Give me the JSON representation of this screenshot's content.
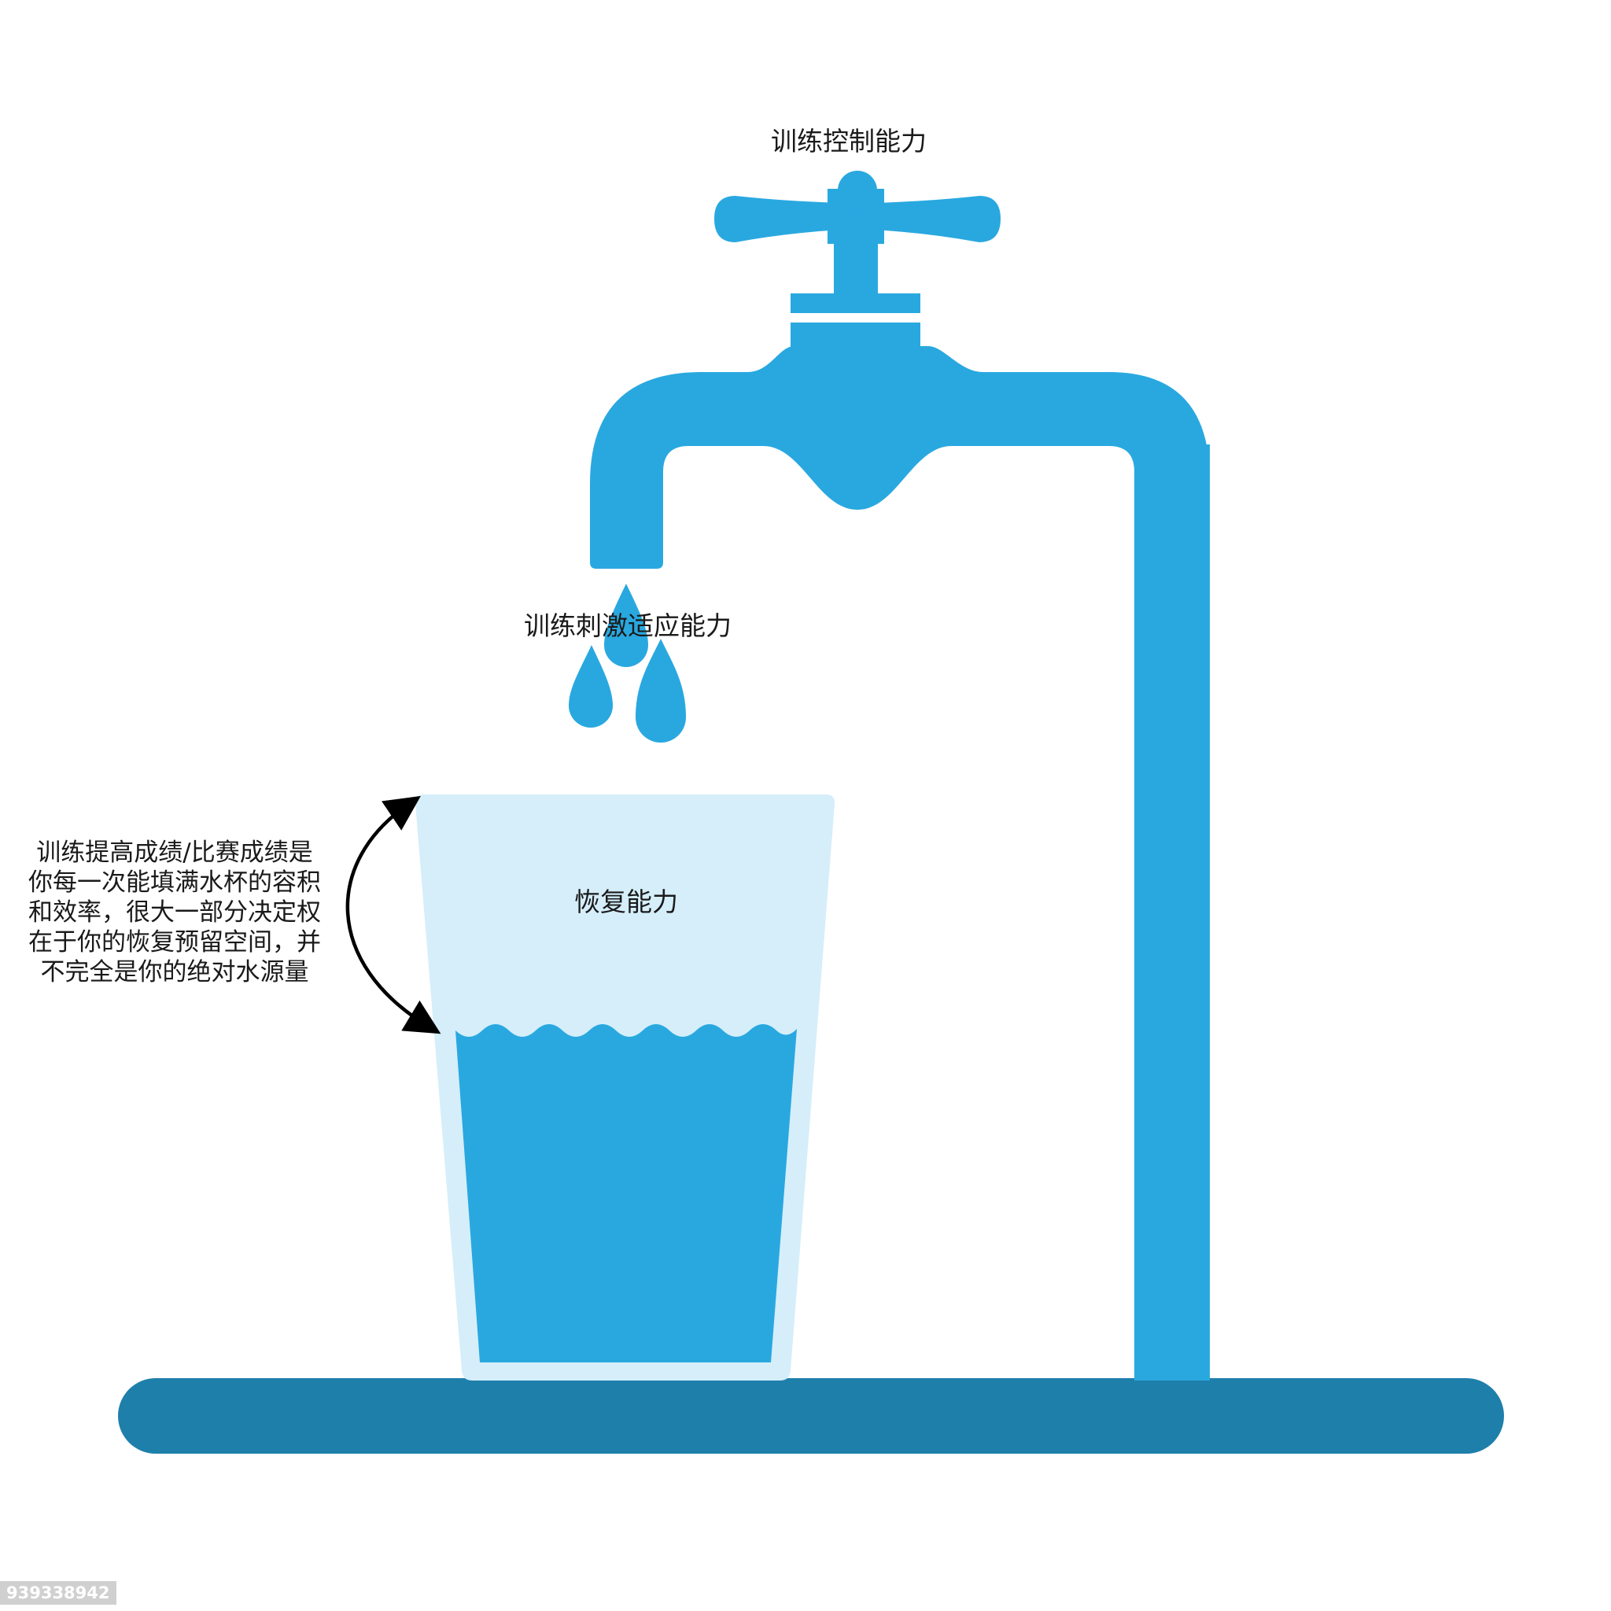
{
  "diagram": {
    "labels": {
      "control": "训练控制能力",
      "adaptation": "训练刺激适应能力",
      "recovery": "恢复能力"
    },
    "annotation_lines": [
      "训练提高成绩/比赛成绩是",
      "你每一次能填满水杯的容积",
      "和效率，很大一部分决定权",
      "在于你的恢复预留空间，并",
      "不完全是你的绝对水源量"
    ],
    "watermark": "939338942",
    "icons": [
      "faucet-icon",
      "faucet-handle-icon",
      "water-drop-icon",
      "glass-icon",
      "curved-double-arrow-icon"
    ],
    "colors": {
      "faucet": "#29a8e0",
      "base": "#1e7fab",
      "glass": "#d5eefa",
      "water": "#29a8e0",
      "arrow": "#000000",
      "text": "#1a1a1a"
    }
  }
}
